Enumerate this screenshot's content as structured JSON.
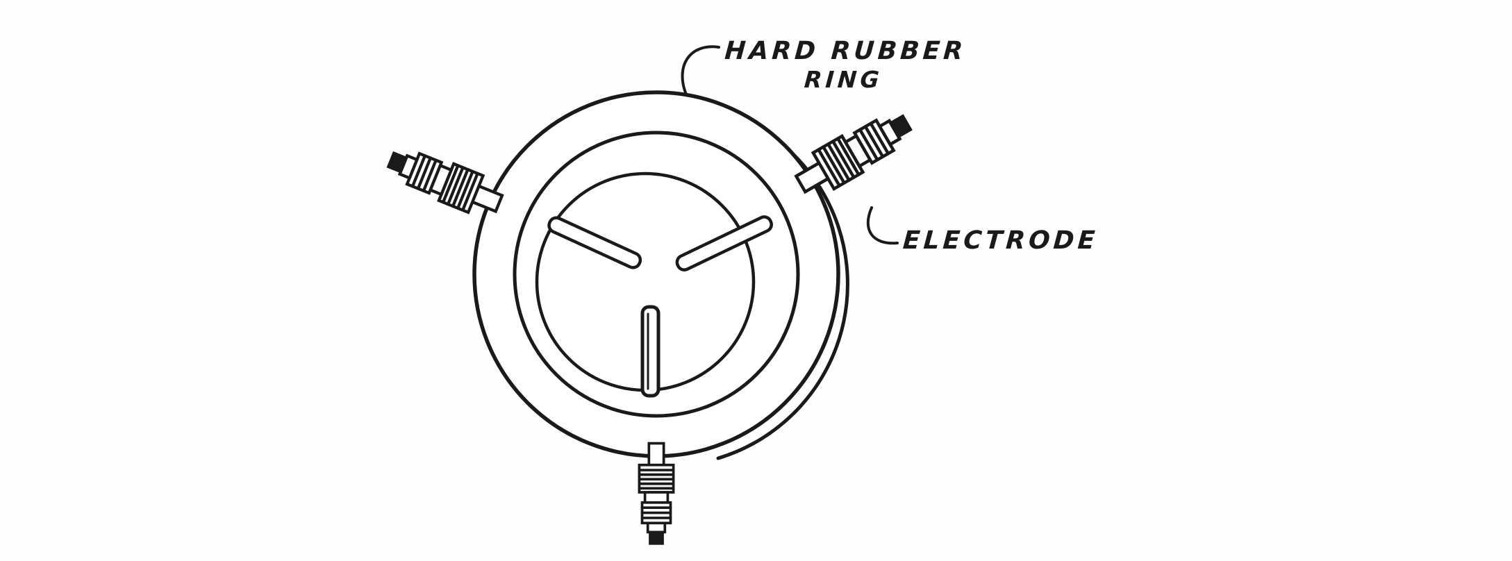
{
  "page": {
    "background": "#fefefe",
    "ink_color": "#1a1a1a"
  },
  "diagram": {
    "type": "hand-drawn technical illustration",
    "subject": "three-electrode spark gap mounted in a hard rubber ring",
    "labels": {
      "ring_line1": "HARD RUBBER",
      "ring_line2": "RING",
      "electrode": "ELECTRODE"
    },
    "parts": [
      "hard-rubber-ring",
      "inner-ring-edge",
      "gap-chamber",
      "electrode-rod-upper-left",
      "electrode-rod-upper-right",
      "electrode-rod-bottom",
      "terminal-upper-left",
      "terminal-upper-right",
      "terminal-bottom"
    ]
  }
}
